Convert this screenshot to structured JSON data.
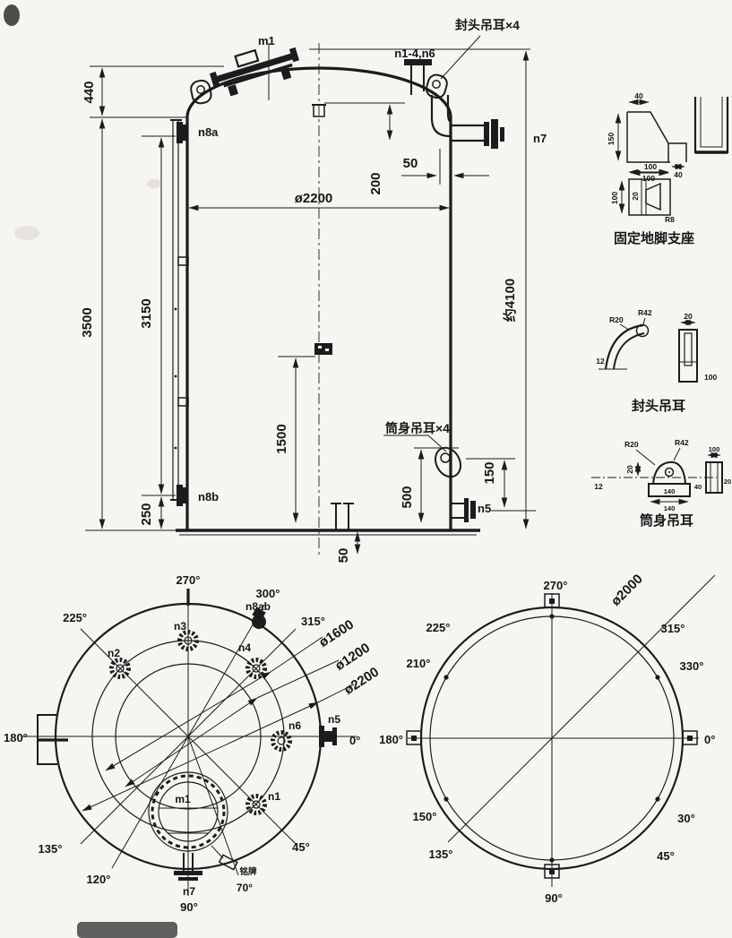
{
  "elev": {
    "m1": "m1",
    "top_nozzles": "n1-4,n6",
    "head_lug_callout": "封头吊耳×4",
    "shell_lug_callout": "筒身吊耳×4",
    "n7": "n7",
    "n8a": "n8a",
    "n8b": "n8b",
    "n5": "n5",
    "d440": "440",
    "d3500": "3500",
    "d3150": "3150",
    "d250": "250",
    "dia2200": "ø2200",
    "d200": "200",
    "d50a": "50",
    "d4100": "约4100",
    "d1500": "1500",
    "d500": "500",
    "d150": "150",
    "d50b": "50"
  },
  "details": {
    "foot": {
      "title": "固定地脚支座",
      "d40a": "40",
      "d150": "150",
      "d100a": "100",
      "d40b": "40",
      "d100b": "100",
      "d100c": "100",
      "d20": "20",
      "r8": "R8"
    },
    "headlug": {
      "title": "封头吊耳",
      "r20": "R20",
      "r42": "R42",
      "d12": "12",
      "d20": "20",
      "d100": "100"
    },
    "shelllug": {
      "title": "筒身吊耳",
      "r20": "R20",
      "r42": "R42",
      "d20a": "20",
      "d12": "12",
      "d140a": "140",
      "d140b": "140",
      "d40": "40",
      "d100": "100",
      "d20b": "20"
    }
  },
  "planL": {
    "a270": "270°",
    "a300": "300°",
    "a315": "315°",
    "a225": "225°",
    "a180": "180°",
    "a135": "135°",
    "a120": "120°",
    "a90": "90°",
    "a70": "70°",
    "a45": "45°",
    "a0": "0°",
    "n1": "n1",
    "n2": "n2",
    "n3": "n3",
    "n4": "n4",
    "n6": "n6",
    "n5": "n5",
    "n7": "n7",
    "n8ab": "n8ab",
    "m1": "m1",
    "dia1600": "ø1600",
    "dia1200": "ø1200",
    "dia2200": "ø2200",
    "nameplate": "铭牌"
  },
  "planR": {
    "a270": "270°",
    "a225": "225°",
    "a210": "210°",
    "a180": "180°",
    "a150": "150°",
    "a135": "135°",
    "a90": "90°",
    "a45": "45°",
    "a30": "30°",
    "a0": "0°",
    "a330": "330°",
    "a315": "315°",
    "dia2000": "ø2000"
  }
}
